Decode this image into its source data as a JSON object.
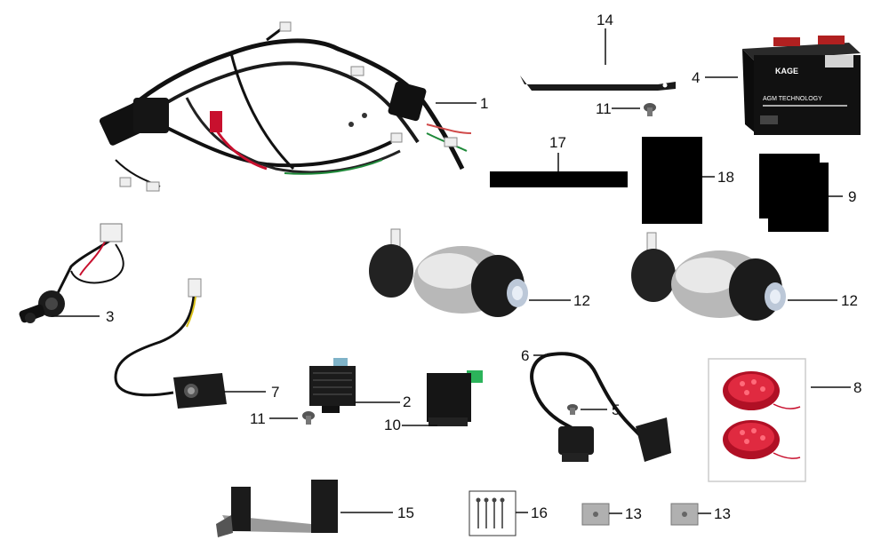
{
  "parts": [
    {
      "id": "harness",
      "label": "1"
    },
    {
      "id": "cdi_unit",
      "label": "2"
    },
    {
      "id": "ignition_switch",
      "label": "3"
    },
    {
      "id": "battery",
      "label": "4"
    },
    {
      "id": "bolt_coil",
      "label": "5"
    },
    {
      "id": "ignition_coil",
      "label": "6"
    },
    {
      "id": "relay_switch",
      "label": "7"
    },
    {
      "id": "tail_lights",
      "label": "8"
    },
    {
      "id": "black_pad_9",
      "label": "9"
    },
    {
      "id": "relay_box",
      "label": "10"
    },
    {
      "id": "bolt_top",
      "label": "11"
    },
    {
      "id": "bolt_bottom",
      "label": "11"
    },
    {
      "id": "headlight_left",
      "label": "12"
    },
    {
      "id": "headlight_right",
      "label": "12"
    },
    {
      "id": "plate_left",
      "label": "13"
    },
    {
      "id": "plate_right",
      "label": "13"
    },
    {
      "id": "battery_strap",
      "label": "14"
    },
    {
      "id": "bracket",
      "label": "15"
    },
    {
      "id": "rivets",
      "label": "16"
    },
    {
      "id": "black_strip_17",
      "label": "17"
    },
    {
      "id": "black_pad_18",
      "label": "18"
    }
  ],
  "battery": {
    "brand": "KAGE",
    "text": "AGM TECHNOLOGY"
  },
  "colors": {
    "pad": "#000000",
    "wire": "#111111",
    "chrome": "#b8b8b8",
    "red": "#c8102e",
    "frame": "#cccccc"
  }
}
